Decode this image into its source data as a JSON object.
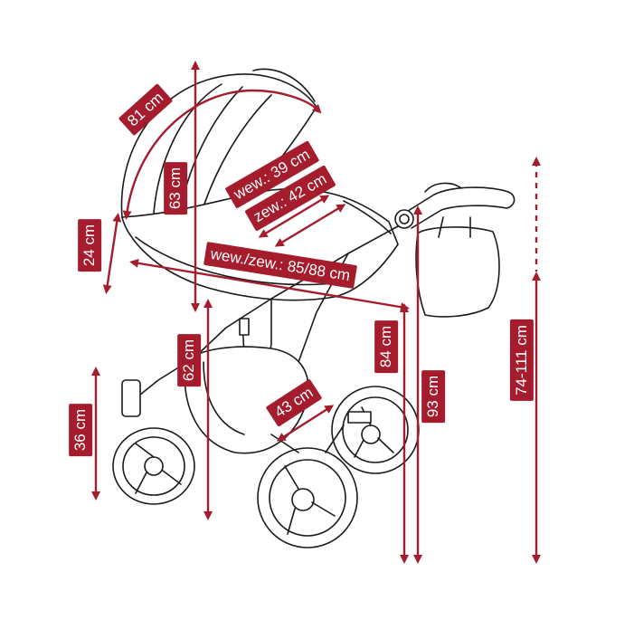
{
  "colors": {
    "accent": "#a51d2d",
    "line": "#1a1a1a",
    "background": "#ffffff"
  },
  "dimensions": {
    "canopy_arc": "81 cm",
    "canopy_height": "63 cm",
    "inner_width": "wew.: 39 cm",
    "outer_width": "zew.: 42 cm",
    "side_height": "24 cm",
    "length": "wew./zew.: 85/88 cm",
    "wheel_height": "36 cm",
    "seat_height": "62 cm",
    "basket_width": "43 cm",
    "handle_height": "84 cm",
    "total_height": "93 cm",
    "handle_range": "74-111 cm"
  }
}
